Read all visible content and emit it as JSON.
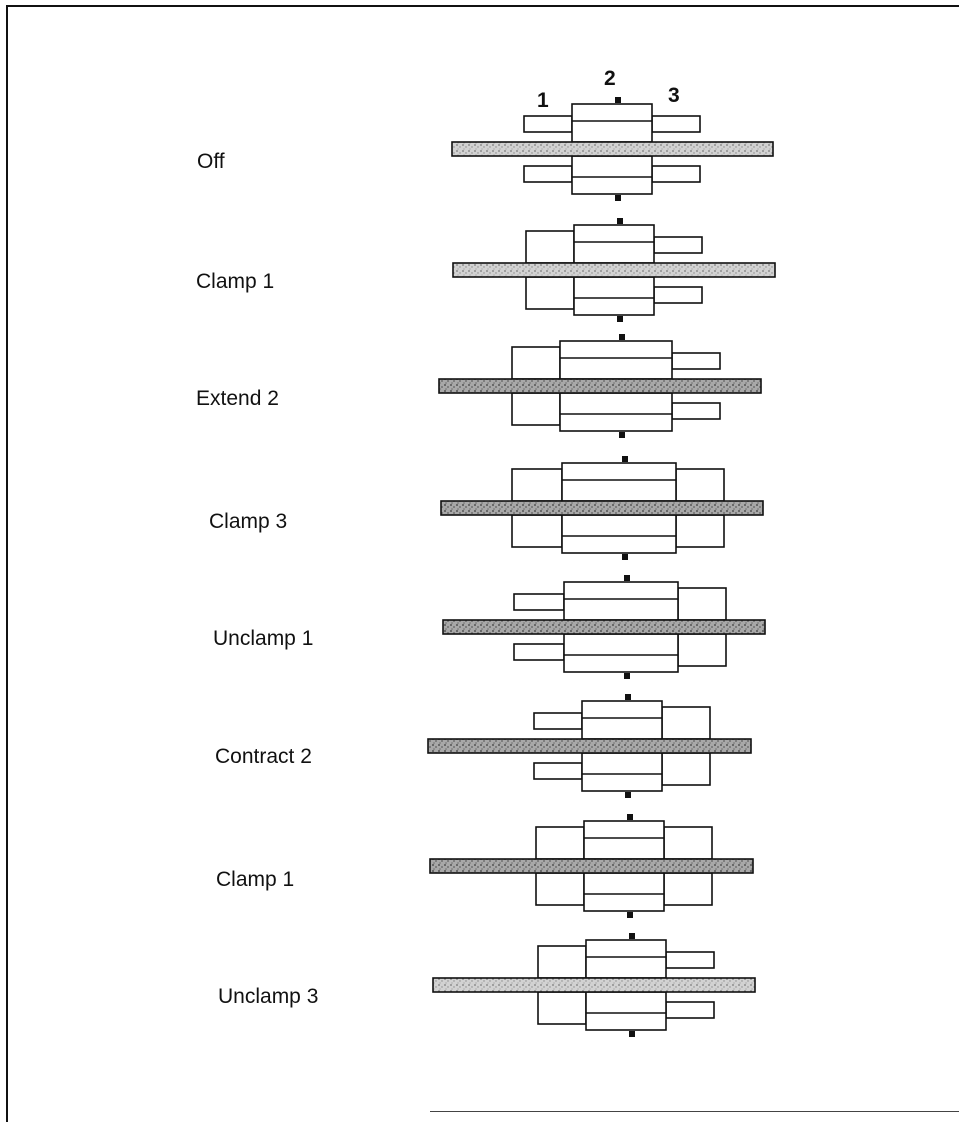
{
  "position_labels": [
    "1",
    "2",
    "3"
  ],
  "steps": [
    {
      "label": "Off"
    },
    {
      "label": "Clamp 1"
    },
    {
      "label": "Extend 2"
    },
    {
      "label": "Clamp 3"
    },
    {
      "label": "Unclamp 1"
    },
    {
      "label": "Contract 2"
    },
    {
      "label": "Clamp 1"
    },
    {
      "label": "Unclamp 3"
    }
  ],
  "colors": {
    "line": "#111111",
    "rod_fill": "#b8b8b8"
  }
}
